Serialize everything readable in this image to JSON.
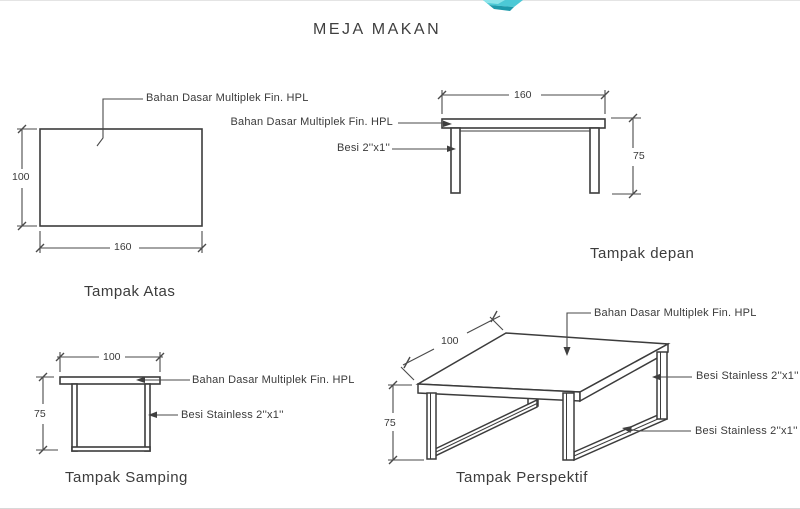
{
  "title": "MEJA MAKAN",
  "colors": {
    "line": "#3c3c3c",
    "text": "#3a3a3a",
    "logo_teal": "#4cc9d6"
  },
  "views": {
    "top": {
      "caption": "Tampak Atas",
      "width_dim": "160",
      "depth_dim": "100",
      "material_label": "Bahan Dasar Multiplek Fin. HPL"
    },
    "front": {
      "caption": "Tampak depan",
      "width_dim": "160",
      "height_dim": "75",
      "material_label": "Bahan Dasar Multiplek Fin. HPL",
      "leg_label": "Besi 2''x1''"
    },
    "side": {
      "caption": "Tampak Samping",
      "depth_dim": "100",
      "height_dim": "75",
      "material_label": "Bahan Dasar Multiplek Fin. HPL",
      "leg_label": "Besi Stainless 2''x1''"
    },
    "perspective": {
      "caption": "Tampak Perspektif",
      "depth_dim": "100",
      "height_dim": "75",
      "material_label": "Bahan Dasar Multiplek Fin. HPL",
      "leg_label": "Besi Stainless 2''x1''",
      "rail_label": "Besi Stainless 2''x1''"
    }
  }
}
